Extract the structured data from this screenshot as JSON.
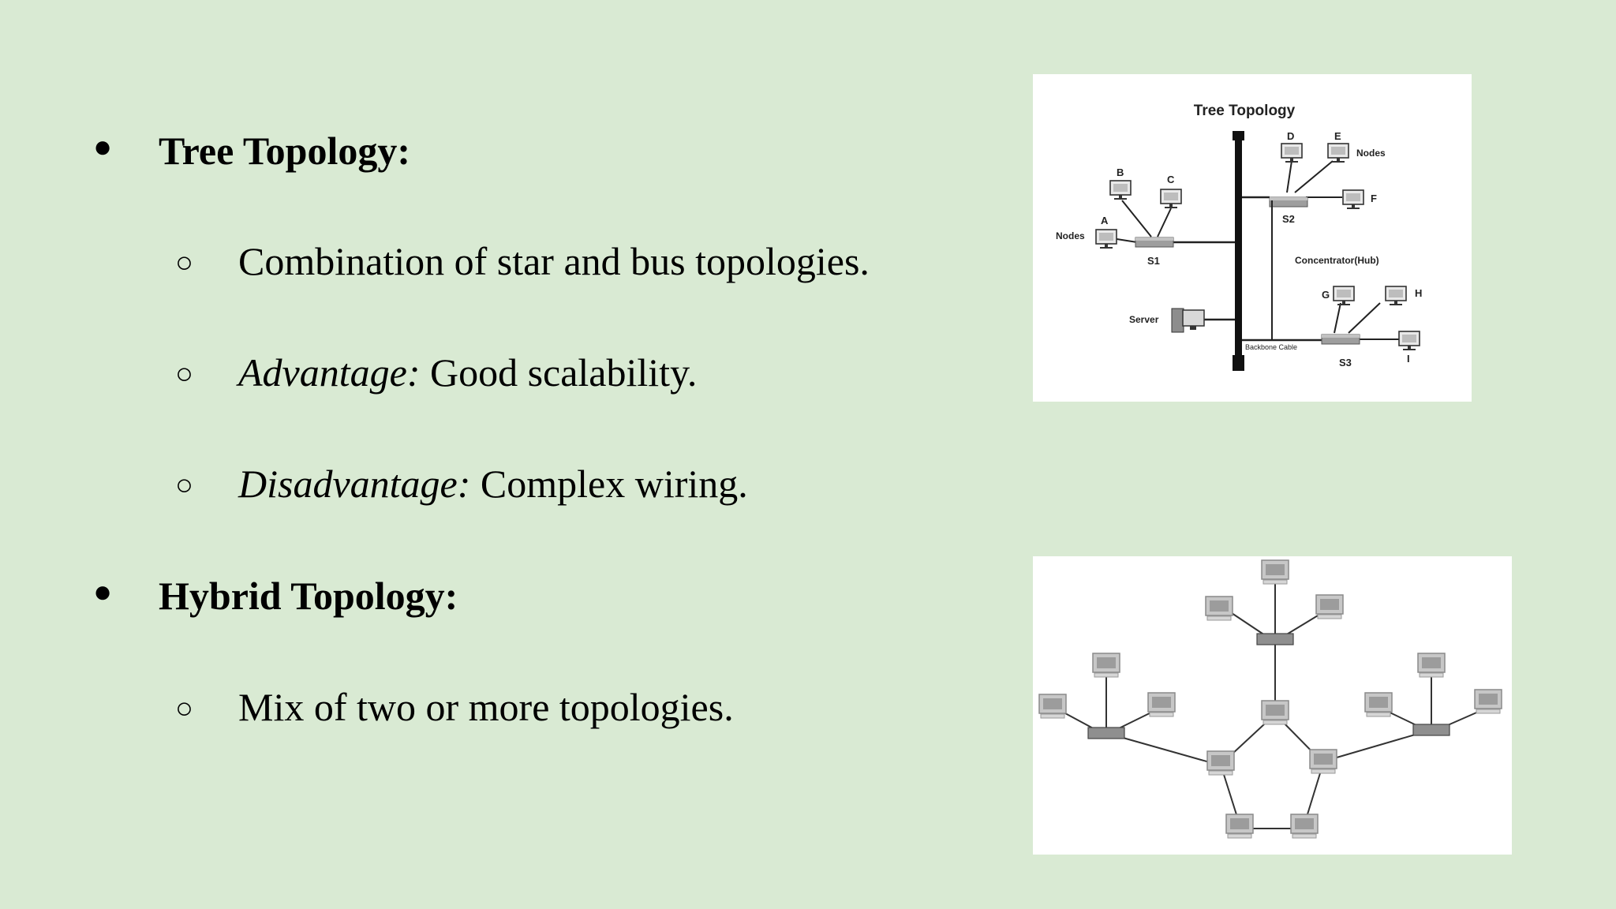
{
  "colors": {
    "background": "#d9ead3",
    "text": "#000000",
    "figure_background": "#ffffff",
    "diagram_gray": "#8a8a8a"
  },
  "slide": {
    "sections": [
      {
        "marker": "●",
        "title": "Tree Topology:",
        "items": [
          {
            "marker": "○",
            "italic_prefix": "",
            "text": "Combination of star and bus topologies."
          },
          {
            "marker": "○",
            "italic_prefix": "Advantage:",
            "text": " Good scalability."
          },
          {
            "marker": "○",
            "italic_prefix": "Disadvantage:",
            "text": " Complex wiring."
          }
        ]
      },
      {
        "marker": "●",
        "title": "Hybrid Topology:",
        "items": [
          {
            "marker": "○",
            "italic_prefix": "",
            "text": "Mix of two or more topologies."
          }
        ]
      }
    ]
  },
  "tree_diagram": {
    "title": "Tree Topology",
    "labels": {
      "nodes_left": "Nodes",
      "nodes_right": "Nodes",
      "server": "Server",
      "hub": "Concentrator(Hub)",
      "backbone": "Backbone Cable",
      "s1": "S1",
      "s2": "S2",
      "s3": "S3",
      "a": "A",
      "b": "B",
      "c": "C",
      "d": "D",
      "e": "E",
      "f": "F",
      "g": "G",
      "h": "H",
      "i": "I"
    }
  }
}
